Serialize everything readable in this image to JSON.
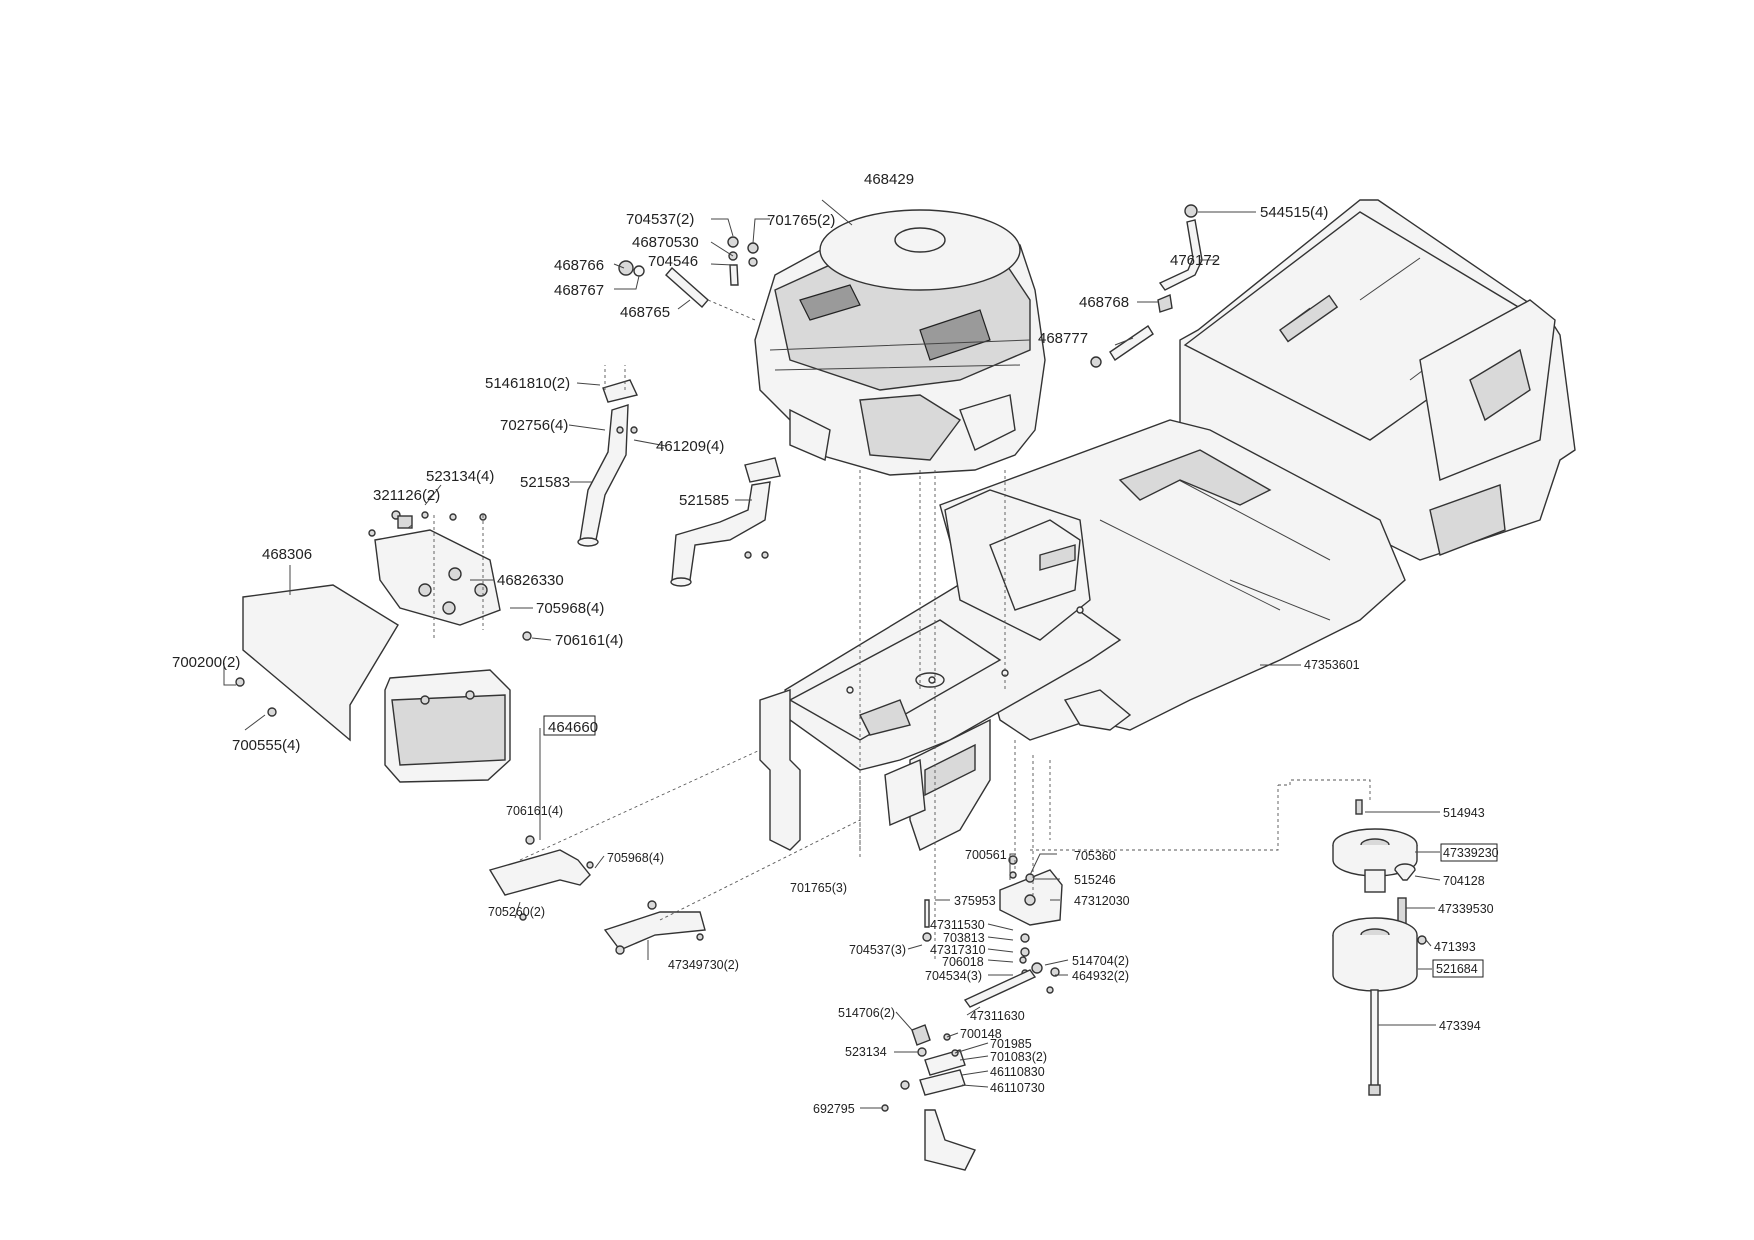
{
  "parts": {
    "p468429": "468429",
    "p704537_2": "704537(2)",
    "p701765_2": "701765(2)",
    "p46870530": "46870530",
    "p704546": "704546",
    "p468766": "468766",
    "p468767": "468767",
    "p468765": "468765",
    "p544515_4": "544515(4)",
    "p476172": "476172",
    "p468768": "468768",
    "p468777": "468777",
    "p51461810_2": "51461810(2)",
    "p702756_4": "702756(4)",
    "p461209_4": "461209(4)",
    "p521583": "521583",
    "p521585": "521585",
    "p523134_4": "523134(4)",
    "p321126_2": "321126(2)",
    "p468306": "468306",
    "p46826330": "46826330",
    "p705968_4a": "705968(4)",
    "p706161_4a": "706161(4)",
    "p700200_2": "700200(2)",
    "p700555_4": "700555(4)",
    "p464660": "464660",
    "p47353601": "47353601",
    "p706161_4b": "706161(4)",
    "p705968_4b": "705968(4)",
    "p705260_2": "705260(2)",
    "p47349730_2": "47349730(2)",
    "p701765_3": "701765(3)",
    "p700561": "700561",
    "p705360": "705360",
    "p515246": "515246",
    "p375953": "375953",
    "p47312030": "47312030",
    "p47311530": "47311530",
    "p703813": "703813",
    "p704537_3": "704537(3)",
    "p47317310": "47317310",
    "p706018": "706018",
    "p514704_2": "514704(2)",
    "p704534_3": "704534(3)",
    "p464932_2": "464932(2)",
    "p47311630": "47311630",
    "p514706_2": "514706(2)",
    "p700148": "700148",
    "p523134": "523134",
    "p701985": "701985",
    "p701083_2": "701083(2)",
    "p46110830": "46110830",
    "p46110730": "46110730",
    "p692795": "692795",
    "p514943": "514943",
    "p47339230": "47339230",
    "p704128": "704128",
    "p47339530": "47339530",
    "p471393": "471393",
    "p521684": "521684",
    "p473394": "473394"
  }
}
